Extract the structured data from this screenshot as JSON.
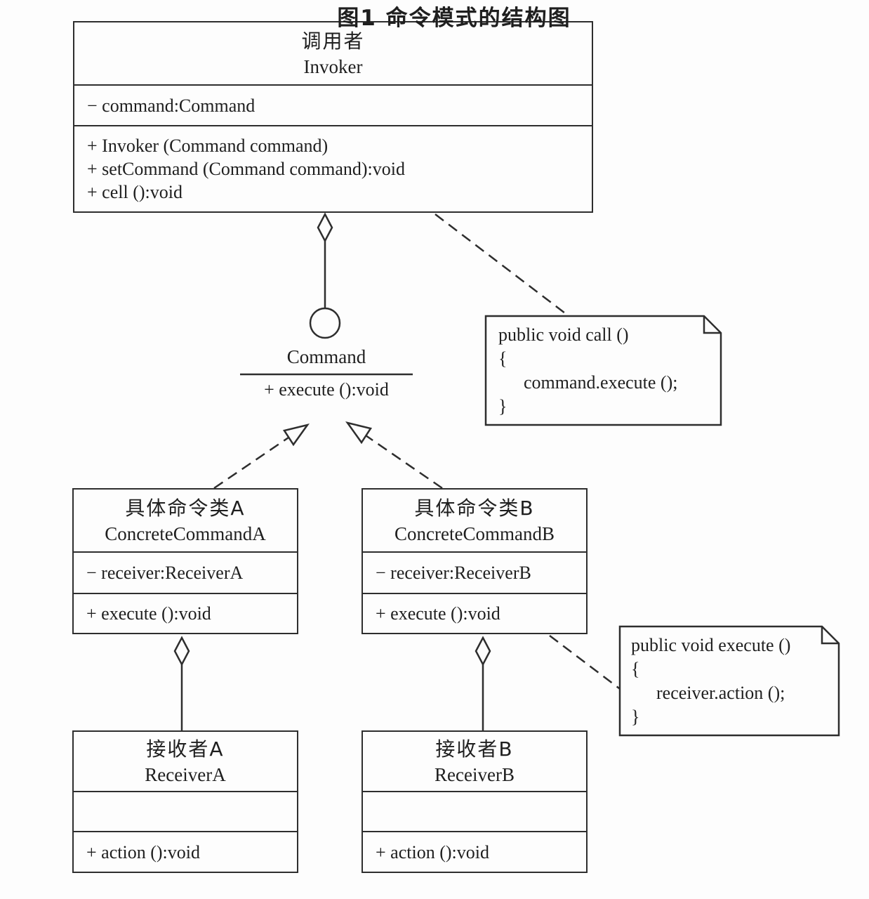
{
  "colors": {
    "ink": "#2e2e2e",
    "paper": "#fdfdfd"
  },
  "caption": "图1 命令模式的结构图",
  "classes": {
    "invoker": {
      "name_cn": "调用者",
      "name_en": "Invoker",
      "attributes": [
        "− command:Command"
      ],
      "methods": [
        "+ Invoker (Command command)",
        "+ setCommand (Command command):void",
        "+ cell ():void"
      ]
    },
    "concrete_command_a": {
      "name_cn": "具体命令类A",
      "name_en": "ConcreteCommandA",
      "attributes": [
        "− receiver:ReceiverA"
      ],
      "methods": [
        "+ execute ():void"
      ]
    },
    "concrete_command_b": {
      "name_cn": "具体命令类B",
      "name_en": "ConcreteCommandB",
      "attributes": [
        "− receiver:ReceiverB"
      ],
      "methods": [
        "+ execute ():void"
      ]
    },
    "receiver_a": {
      "name_cn": "接收者A",
      "name_en": "ReceiverA",
      "attributes": [],
      "methods": [
        "+ action ():void"
      ]
    },
    "receiver_b": {
      "name_cn": "接收者B",
      "name_en": "ReceiverB",
      "attributes": [],
      "methods": [
        "+ action ():void"
      ]
    }
  },
  "interface": {
    "name": "Command",
    "method": "+ execute ():void"
  },
  "notes": {
    "call_note": {
      "lines": [
        "public void call ()",
        "{",
        "command.execute ();",
        "}"
      ]
    },
    "execute_note": {
      "lines": [
        "public void execute ()",
        "{",
        "receiver.action ();",
        "}"
      ]
    }
  }
}
